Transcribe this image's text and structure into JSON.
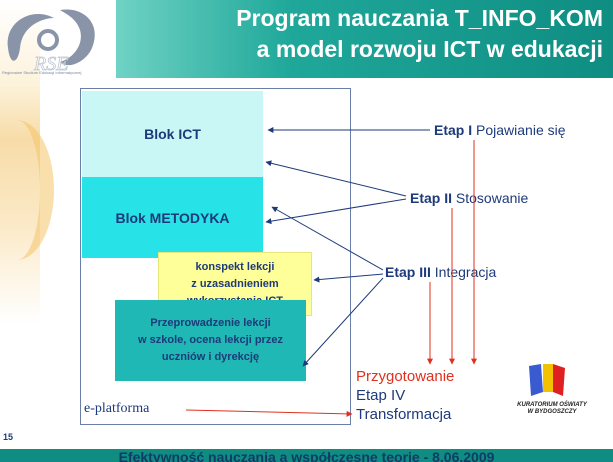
{
  "header": {
    "title_line1": "Program nauczania T_INFO_KOM",
    "title_line2": "a model rozwoju ICT w edukacji"
  },
  "logo": {
    "caption": "Regionalne Studium Edukacji Informatycznej"
  },
  "diagram": {
    "blocks": {
      "ict": "Blok ICT",
      "metodyka": "Blok METODYKA",
      "konspekt_lines": [
        "konspekt lekcji",
        "z uzasadnieniem",
        "wykorzystania ICT"
      ],
      "przeprowadzenie_lines": [
        "Przeprowadzenie lekcji",
        "w szkole, ocena lekcji przez",
        "uczniów i dyrekcję"
      ]
    },
    "platform_label": "e-platforma",
    "stages": {
      "etap1_bold": "Etap I",
      "etap1_text": " Pojawianie się",
      "etap2_bold": "Etap II",
      "etap2_text": " Stosowanie",
      "etap3_bold": "Etap III",
      "etap3_text": " Integracja"
    },
    "right_labels": {
      "przygotowanie": "Przygotowanie",
      "etap4": "Etap IV",
      "transformacja": "Transformacja"
    }
  },
  "kuratorium": {
    "line1": "KURATORIUM OŚWIATY",
    "line2": "W BYDGOSZCZY"
  },
  "slide_number": "15",
  "footer_text": "Efektywność nauczania a współczesne teorie - 8.06.2009",
  "colors": {
    "header_teal": "#0f8d82",
    "block_light_cyan": "#c9f7f6",
    "block_cyan": "#27e2e6",
    "block_yellow": "#ffff99",
    "block_teal": "#1fb8b4",
    "text_navy": "#1d3a7a",
    "arrow_red": "#e0301e"
  }
}
